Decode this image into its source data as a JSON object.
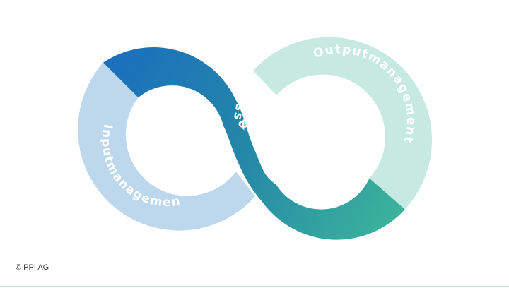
{
  "diagram": {
    "labels": {
      "input": "Inputmanagement",
      "process": "Process & Automation",
      "output": "Outputmanagement"
    },
    "colors": {
      "input_ring": "#bdd7ec",
      "output_ring": "#c6e9e1",
      "process_start": "#1a6fbd",
      "process_mid": "#2587a8",
      "process_end": "#3bb39b",
      "label": "#ffffff"
    }
  },
  "footer": {
    "copyright": "© PPI AG"
  }
}
